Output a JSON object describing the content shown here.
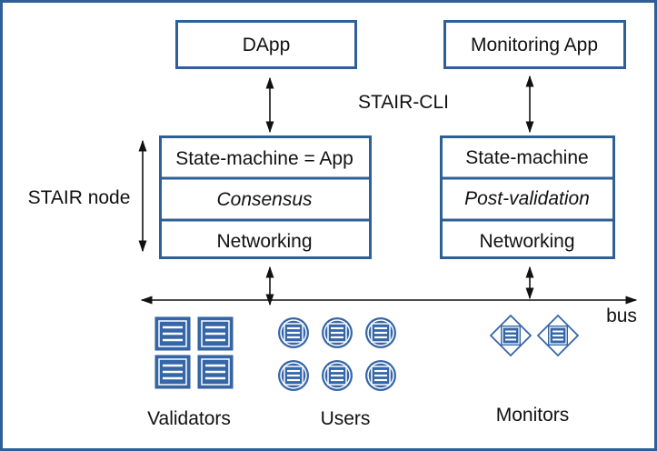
{
  "boxes": {
    "dapp": "DApp",
    "monitoring_app": "Monitoring App"
  },
  "cli_label": "STAIR-CLI",
  "node_label": "STAIR node",
  "bus_label": "bus",
  "stair_stack": [
    "State-machine = App",
    "Consensus",
    "Networking"
  ],
  "monitor_stack": [
    "State-machine",
    "Post-validation",
    "Networking"
  ],
  "groups": {
    "validators": "Validators",
    "users": "Users",
    "monitors": "Monitors"
  },
  "colors": {
    "frame": "#2e5f96",
    "icon_fill": "#3566a8",
    "icon_line": "#ffffff",
    "arrow": "#111111"
  }
}
